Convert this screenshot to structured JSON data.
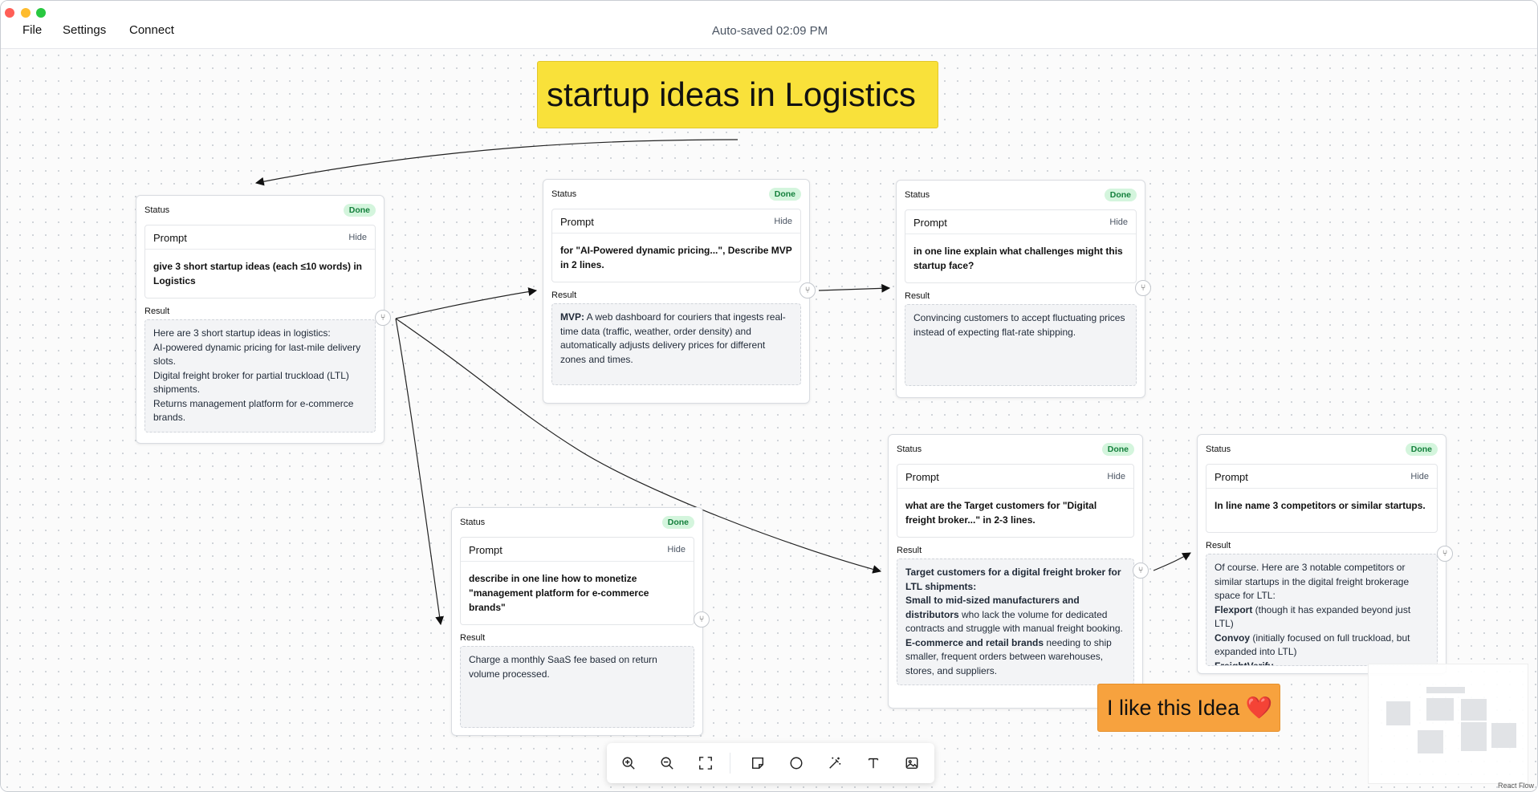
{
  "menu": {
    "file": "File",
    "settings": "Settings",
    "connect": "Connect"
  },
  "autosave": "Auto-saved 02:09 PM",
  "notes": {
    "title": "startup ideas in Logistics",
    "like": "I like this Idea ❤️"
  },
  "cards": [
    {
      "status_label": "Status",
      "status": "Done",
      "prompt_label": "Prompt",
      "hide": "Hide",
      "prompt": "give 3 short startup ideas (each ≤10 words) in Logistics",
      "result_label": "Result",
      "result": [
        {
          "text": "Here are 3 short startup ideas in logistics:"
        },
        {
          "text": "AI-powered dynamic pricing for last-mile delivery slots."
        },
        {
          "text": "Digital freight broker for partial truckload (LTL) shipments."
        },
        {
          "text": "Returns management platform for e-commerce brands."
        }
      ]
    },
    {
      "status_label": "Status",
      "status": "Done",
      "prompt_label": "Prompt",
      "hide": "Hide",
      "prompt": "for \"AI-Powered dynamic pricing...\", Describe MVP in 2 lines.",
      "result_label": "Result",
      "result": [
        {
          "bold": "MVP:",
          "text": " A web dashboard for couriers that ingests real-time data (traffic, weather, order density) and automatically adjusts delivery prices for different zones and times."
        }
      ]
    },
    {
      "status_label": "Status",
      "status": "Done",
      "prompt_label": "Prompt",
      "hide": "Hide",
      "prompt": "in one line explain what challenges might this startup face?",
      "result_label": "Result",
      "result": [
        {
          "text": "Convincing customers to accept fluctuating prices instead of expecting flat-rate shipping."
        }
      ]
    },
    {
      "status_label": "Status",
      "status": "Done",
      "prompt_label": "Prompt",
      "hide": "Hide",
      "prompt": "describe in one line how to monetize \"management platform for e-commerce brands\"",
      "result_label": "Result",
      "result": [
        {
          "text": "Charge a monthly SaaS fee based on return volume processed."
        }
      ]
    },
    {
      "status_label": "Status",
      "status": "Done",
      "prompt_label": "Prompt",
      "hide": "Hide",
      "prompt": "what are the Target customers for \"Digital freight broker...\" in 2-3 lines.",
      "result_label": "Result",
      "result": [
        {
          "bold": "Target customers for a digital freight broker for LTL shipments:"
        },
        {
          "bold": "Small to mid-sized manufacturers and distributors",
          "text": " who lack the volume for dedicated contracts and struggle with manual freight booking."
        },
        {
          "bold": "E-commerce and retail brands",
          "text": " needing to ship smaller, frequent orders between warehouses, stores, and suppliers."
        }
      ]
    },
    {
      "status_label": "Status",
      "status": "Done",
      "prompt_label": "Prompt",
      "hide": "Hide",
      "prompt": "In line name 3 competitors or similar startups.",
      "result_label": "Result",
      "result": [
        {
          "text": "Of course. Here are 3 notable competitors or similar startups in the digital freight brokerage space for LTL:"
        },
        {
          "bold": "Flexport",
          "text": " (though it has expanded beyond just LTL)"
        },
        {
          "bold": "Convoy",
          "text": " (initially focused on full truckload, but expanded into LTL)"
        },
        {
          "bold": "FreightVerify"
        }
      ]
    }
  ],
  "toolbar": [
    "zoom-in-icon",
    "zoom-out-icon",
    "fit-view-icon",
    "sticky-note-icon",
    "circle-icon",
    "magic-wand-icon",
    "text-icon",
    "image-icon"
  ],
  "attribution": "React Flow"
}
